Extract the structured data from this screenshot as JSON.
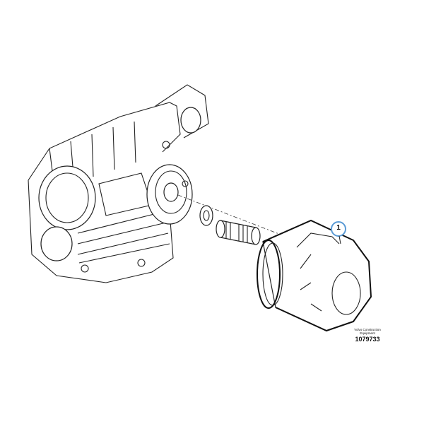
{
  "diagram": {
    "callouts": [
      {
        "label": "1",
        "part": "oil-filter"
      }
    ],
    "caption": {
      "company_line1": "Volvo Construction",
      "company_line2": "Equipment",
      "figure_number": "1079733"
    },
    "colors": {
      "callout_circle": "#5b9bd5",
      "lines": "#222222"
    }
  }
}
